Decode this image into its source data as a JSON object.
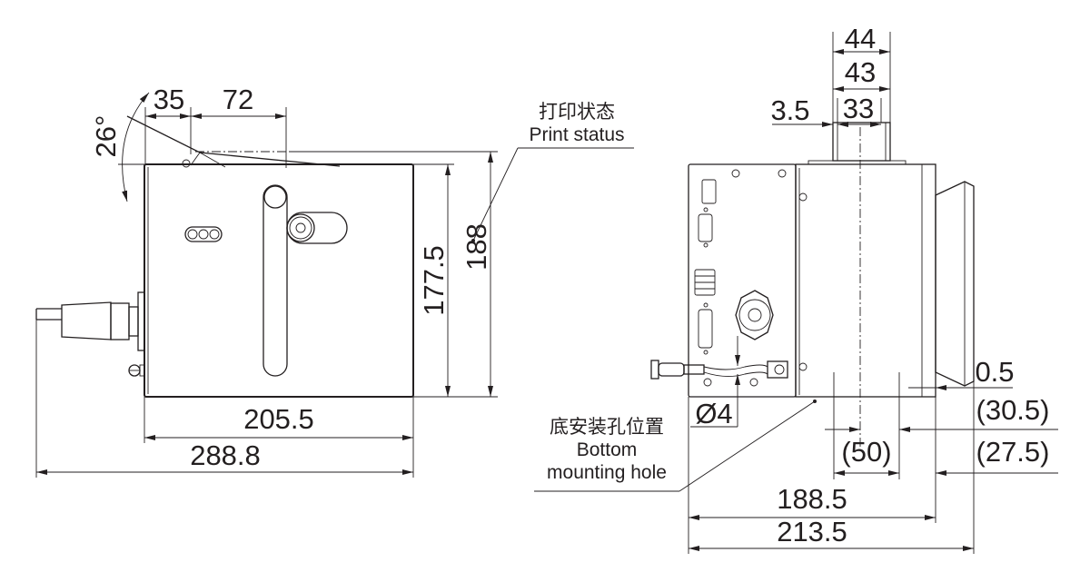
{
  "side_view": {
    "dims": {
      "d35": "35",
      "d72": "72",
      "angle": "26°",
      "h177": "177.5",
      "h188": "188",
      "w205": "205.5",
      "w288": "288.8"
    },
    "print_status_cn": "打印状态",
    "print_status_en": "Print status"
  },
  "rear_view": {
    "dims": {
      "d44": "44",
      "d43": "43",
      "d33": "33",
      "d3_5": "3.5",
      "d0_5": "0.5",
      "d30_5": "(30.5)",
      "d50": "(50)",
      "d27_5": "(27.5)",
      "d188_5": "188.5",
      "d213_5": "213.5",
      "dia4": "Ø4"
    },
    "mount_hole_cn": "底安装孔位置",
    "mount_hole_en1": "Bottom",
    "mount_hole_en2": "mounting hole"
  }
}
